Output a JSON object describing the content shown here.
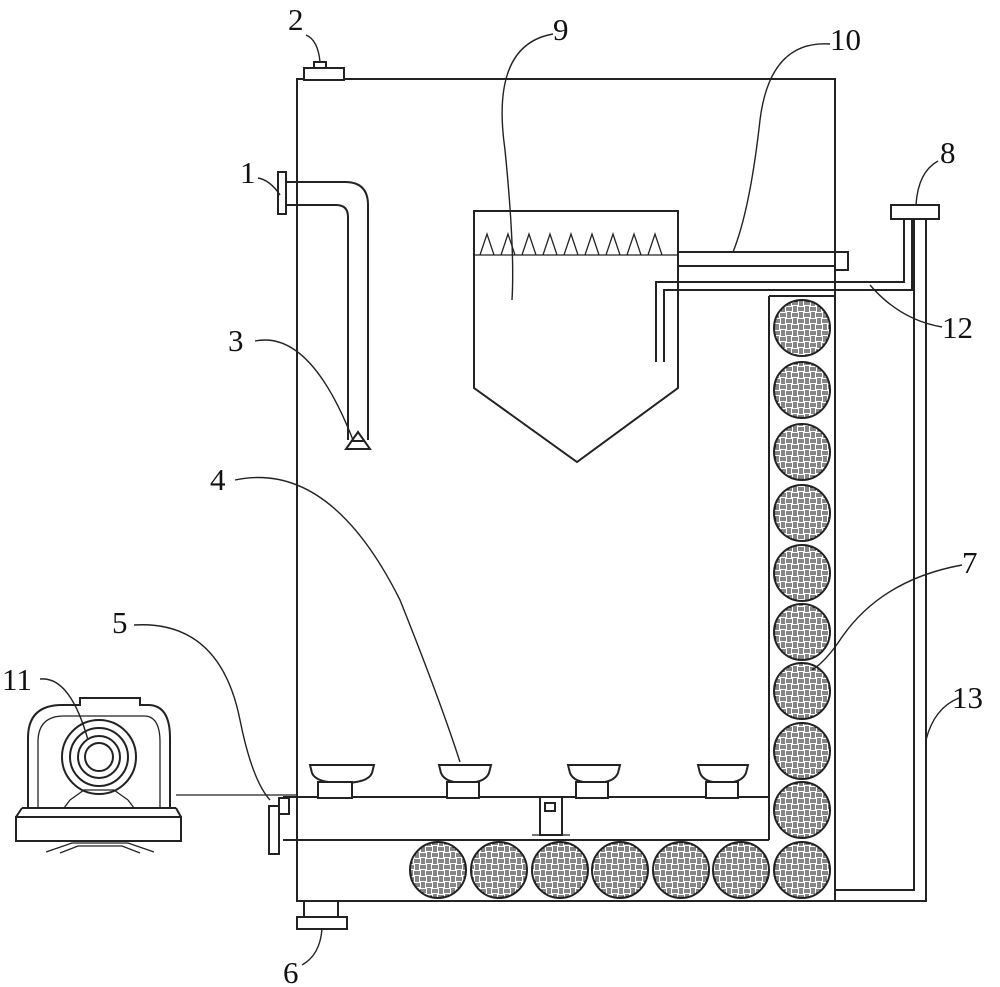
{
  "labels": {
    "l1": "1",
    "l2": "2",
    "l3": "3",
    "l4": "4",
    "l5": "5",
    "l6": "6",
    "l7": "7",
    "l8": "8",
    "l9": "9",
    "l10": "10",
    "l11": "11",
    "l12": "12",
    "l13": "13"
  },
  "media_balls": {
    "vertical_count": 9,
    "horizontal_count": 7
  },
  "spray_heads": {
    "count": 4
  }
}
